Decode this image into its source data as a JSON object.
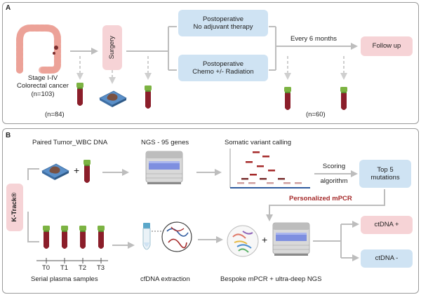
{
  "panel_a": {
    "label": "A",
    "patient": {
      "line1": "Stage I-IV",
      "line2": "Colorectal cancer",
      "line3": "(n=103)"
    },
    "surgery": "Surgery",
    "post_no_adj": {
      "line1": "Postoperative",
      "line2": "No adjuvant therapy"
    },
    "post_chemo": {
      "line1": "Postoperative",
      "line2": "Chemo +/- Radiation"
    },
    "interval": "Every 6 months",
    "follow_up": "Follow up",
    "n_baseline": "(n=84)",
    "n_followup": "(n=60)"
  },
  "panel_b": {
    "label": "B",
    "ktrack": "K-Track®",
    "paired": "Paired Tumor_WBC DNA",
    "plus": "+",
    "ngs": "NGS - 95 genes",
    "variant_calling": "Somatic variant calling",
    "scoring": {
      "line1": "Scoring",
      "line2": "algorithm"
    },
    "top5": {
      "line1": "Top 5",
      "line2": "mutations"
    },
    "personalized": "Personalized mPCR",
    "timepoints": [
      "T0",
      "T1",
      "T2",
      "T3"
    ],
    "serial": "Serial plasma samples",
    "cfdna": "cfDNA extraction",
    "plus2": "+",
    "bespoke": "Bespoke mPCR + ultra-deep NGS",
    "ctdna_pos": "ctDNA +",
    "ctdna_neg": "ctDNA -"
  },
  "colors": {
    "blue_box": "#cfe3f3",
    "pink_box": "#f6d3d6",
    "tube_red": "#8b1e2a",
    "tube_cap": "#7cb342",
    "accent_red": "#a52a2a"
  }
}
